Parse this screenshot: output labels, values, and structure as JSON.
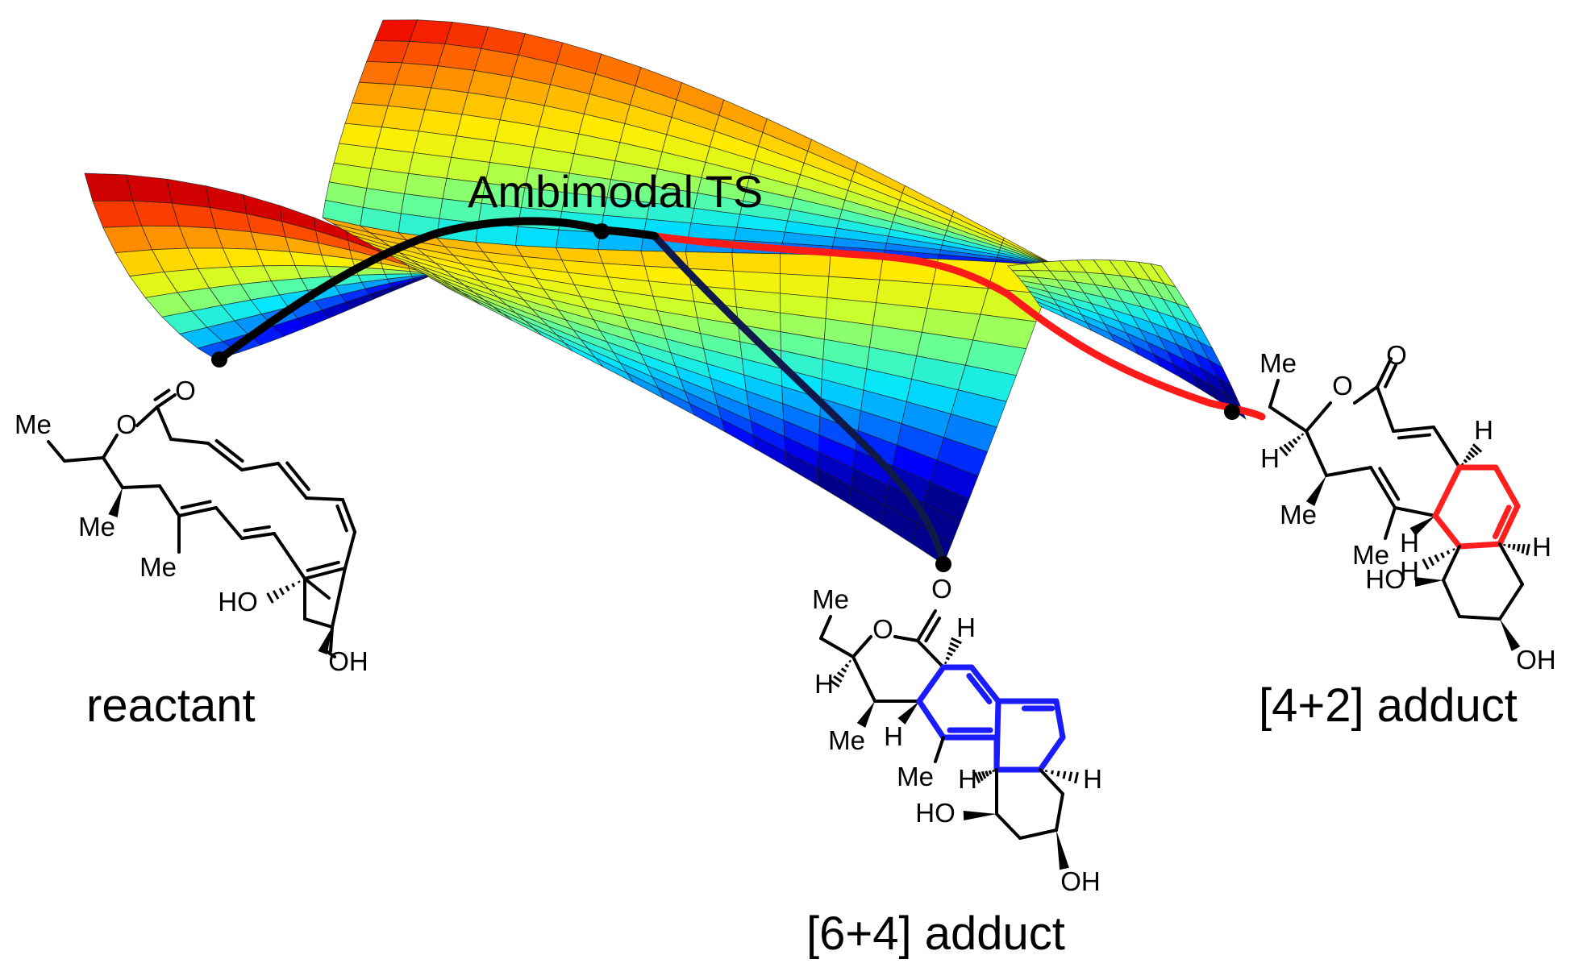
{
  "labels": {
    "ts": "Ambimodal TS",
    "reactant": "reactant",
    "adduct_64": "[6+4] adduct",
    "adduct_42": "[4+2] adduct"
  },
  "atoms": {
    "me": "Me",
    "o": "O",
    "h": "H",
    "ho": "HO",
    "oh": "OH"
  },
  "colors": {
    "path_main": "#000000",
    "path_64": "#0f1a4a",
    "path_42": "#ff1a1a",
    "ring_42": "#ff1f1f",
    "ring_64": "#1b1bff",
    "surface_ramp": [
      "#00008c",
      "#0000ff",
      "#0080ff",
      "#00e5ff",
      "#5cffa0",
      "#c8ff2e",
      "#ffee00",
      "#ffae00",
      "#ff5a00",
      "#ee0000",
      "#8c0000"
    ]
  }
}
